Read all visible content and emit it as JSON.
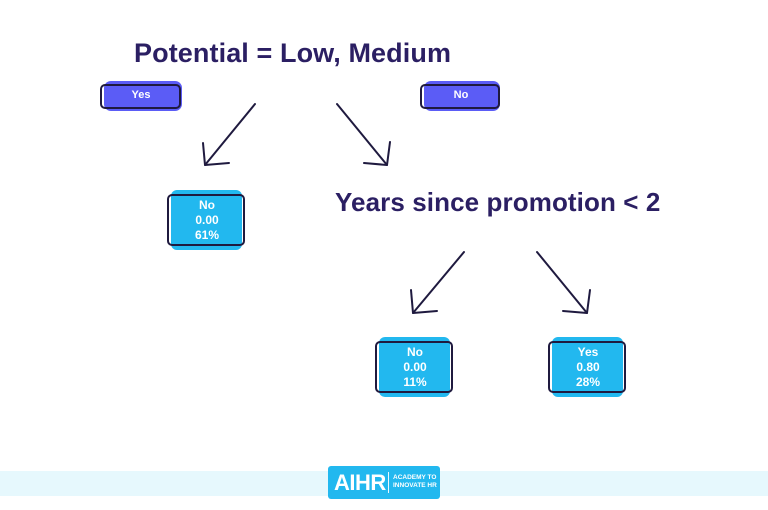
{
  "diagram": {
    "type": "decision-tree",
    "root": {
      "condition": "Potential = Low, Medium",
      "branches": {
        "yes_label": "Yes",
        "no_label": "No"
      }
    },
    "nodes": {
      "leaf_left": {
        "class": "No",
        "value": "0.00",
        "percent": "61%"
      },
      "split2": {
        "condition": "Years since promotion < 2"
      },
      "leaf_mid": {
        "class": "No",
        "value": "0.00",
        "percent": "11%"
      },
      "leaf_right": {
        "class": "Yes",
        "value": "0.80",
        "percent": "28%"
      }
    },
    "colors": {
      "title": "#2b1f63",
      "branch_pill": "#5b5cf6",
      "leaf_box": "#22b8ef",
      "outline": "#1f1a3f",
      "footer_strip": "#e6f8fd"
    }
  },
  "footer": {
    "logo_brand": "AIHR",
    "logo_tagline_line1": "ACADEMY TO",
    "logo_tagline_line2": "INNOVATE HR"
  }
}
